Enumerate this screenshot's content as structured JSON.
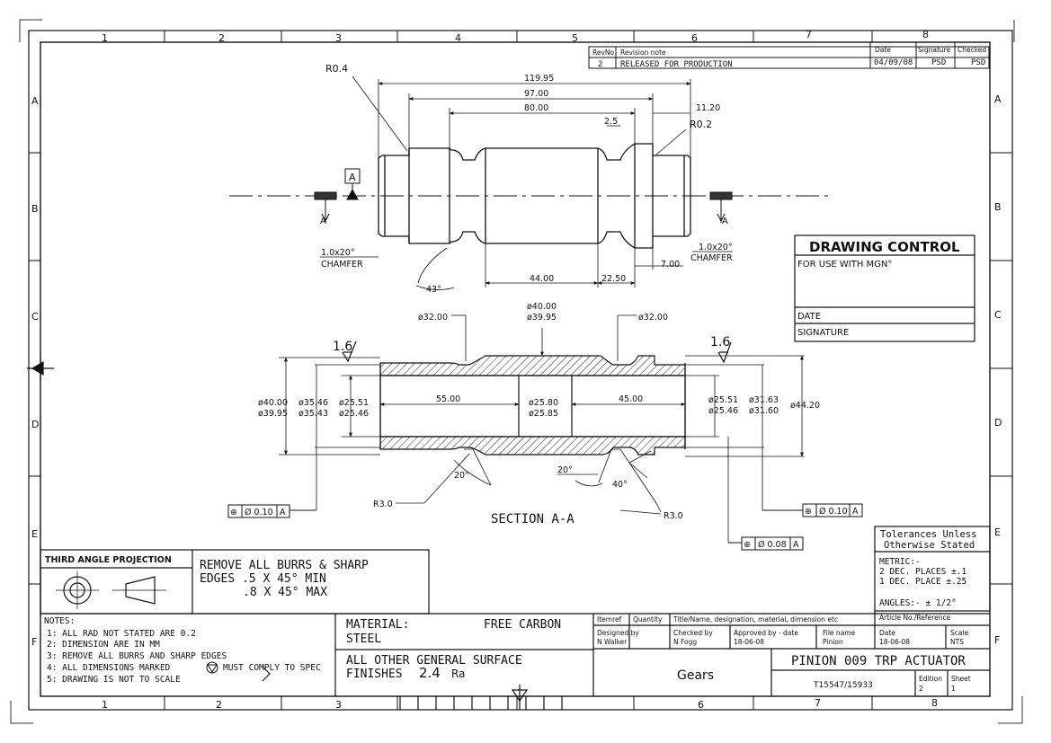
{
  "grid": {
    "columns": [
      "1",
      "2",
      "3",
      "4",
      "5",
      "6",
      "7",
      "8"
    ],
    "rows": [
      "A",
      "B",
      "C",
      "D",
      "E",
      "F"
    ]
  },
  "revision": {
    "headers": {
      "rev_no": "RevNo",
      "note": "Revision note",
      "date": "Date",
      "signature": "Signature",
      "checked": "Checked"
    },
    "row": {
      "rev_no": "2",
      "note": "RELEASED FOR PRODUCTION",
      "date": "04/09/08",
      "signature": "PSD",
      "checked": "PSD"
    }
  },
  "top_view": {
    "dims": [
      "119.95",
      "97.00",
      "80.00",
      "11.20",
      "2.5",
      "R0.2",
      "R0.4",
      "44.00",
      "22.50",
      "7.00",
      "43°"
    ],
    "datum": "A",
    "section_mark": "A",
    "chamfer_left": [
      "1.0x20°",
      "CHAMFER"
    ],
    "chamfer_right": [
      "1.0x20°",
      "CHAMFER"
    ]
  },
  "drawing_control": {
    "title": "DRAWING CONTROL",
    "for_use": "FOR USE WITH MGN°",
    "date_label": "DATE",
    "signature_label": "SIGNATURE"
  },
  "section": {
    "top_labels": {
      "left": "ø32.00",
      "center_1": "ø40.00",
      "center_2": "ø39.95",
      "right": "ø32.00"
    },
    "roughness": [
      "1.6",
      "1.6"
    ],
    "left_dims": [
      "ø40.00",
      "ø39.95",
      "ø35.46",
      "ø35.43",
      "ø25.51",
      "ø25.46"
    ],
    "inner_dims": [
      "55.00",
      "ø25.80",
      "ø25.85",
      "45.00"
    ],
    "right_dims": [
      "ø25.51",
      "ø25.46",
      "ø31.63",
      "ø31.60",
      "ø44.20"
    ],
    "angles": [
      "20°",
      "20°",
      "40°"
    ],
    "radii": [
      "R3.0",
      "R3.0"
    ],
    "title": "SECTION A-A",
    "tolerance_frames": [
      {
        "symbol": "⊕",
        "value": "Ø 0.10",
        "datum": "A"
      },
      {
        "symbol": "⊕",
        "value": "Ø 0.10",
        "datum": "A"
      },
      {
        "symbol": "⊕",
        "value": "Ø 0.08",
        "datum": "A"
      }
    ]
  },
  "tolerances": {
    "heading_1": "Tolerances Unless",
    "heading_2": "Otherwise Stated",
    "metric": "METRIC:-",
    "two_dec": "2 DEC. PLACES ±.1",
    "one_dec": "1 DEC. PLACE ±.25",
    "angles": "ANGLES:- ± 1/2°"
  },
  "projection": {
    "label": "THIRD ANGLE PROJECTION"
  },
  "burrs": {
    "line_1": "REMOVE ALL BURRS & SHARP",
    "line_2": "EDGES .5 X 45° MIN",
    "line_3": ".8 X 45° MAX"
  },
  "notes": {
    "heading": "NOTES:",
    "items": [
      "1: ALL RAD NOT STATED ARE 0.2",
      "2: DIMENSION ARE IN MM",
      "3: REMOVE ALL BURRS AND SHARP EDGES",
      "4: ALL DIMENSIONS MARKED",
      "MUST COMPLY TO SPEC",
      "5: DRAWING IS NOT TO SCALE"
    ]
  },
  "material": {
    "label": "MATERIAL:",
    "value_1": "FREE CARBON",
    "value_2": "STEEL"
  },
  "finish": {
    "line_1": "ALL OTHER GENERAL SURFACE",
    "line_2": "FINISHES",
    "value": "2.4",
    "unit": "Ra"
  },
  "title_block": {
    "itemref": "Itemref",
    "quantity": "Quantity",
    "title_header": "Title/Name, designation, material, dimension etc",
    "article_header": "Article No./Reference",
    "designed_label": "Designed by",
    "designed_value": "N Walker",
    "checked_label": "Checked by",
    "checked_value": "N Fogg",
    "approved_label": "Approved by - date",
    "approved_value": "18-06-08",
    "file_label": "File name",
    "file_value": "Pinion",
    "date_label": "Date",
    "date_value": "18-06-08",
    "scale_label": "Scale",
    "scale_value": "NTS",
    "group": "Gears",
    "part_title": "PINION 009 TRP ACTUATOR",
    "part_number": "T15547/15933",
    "edition_label": "Edition",
    "edition_value": "2",
    "sheet_label": "Sheet",
    "sheet_value": "1"
  }
}
